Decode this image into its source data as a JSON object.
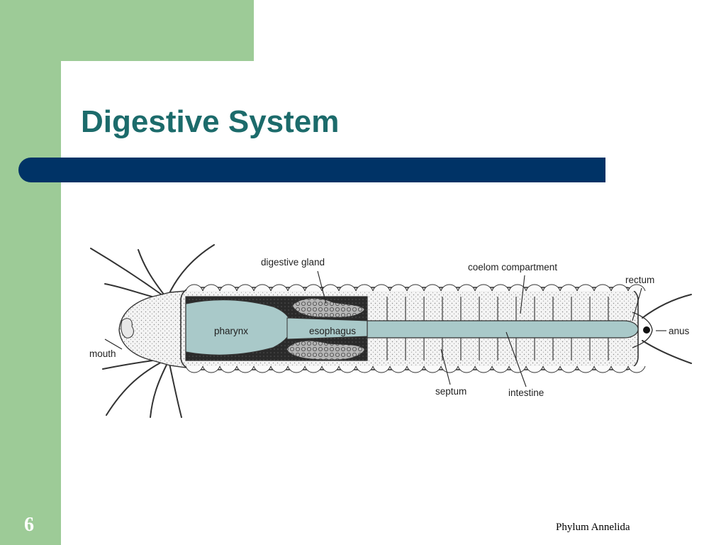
{
  "slide": {
    "title": "Digestive System",
    "number": "6",
    "footer": "Phylum Annelida"
  },
  "diagram": {
    "labels": {
      "digestive_gland": "digestive gland",
      "coelom_compartment": "coelom compartment",
      "rectum": "rectum",
      "pharynx": "pharynx",
      "esophagus": "esophagus",
      "anus": "anus",
      "mouth": "mouth",
      "septum": "septum",
      "intestine": "intestine"
    },
    "colors": {
      "gut": "#a9c9c9",
      "dark_body": "#2a2a2a",
      "outline": "#333333"
    }
  }
}
